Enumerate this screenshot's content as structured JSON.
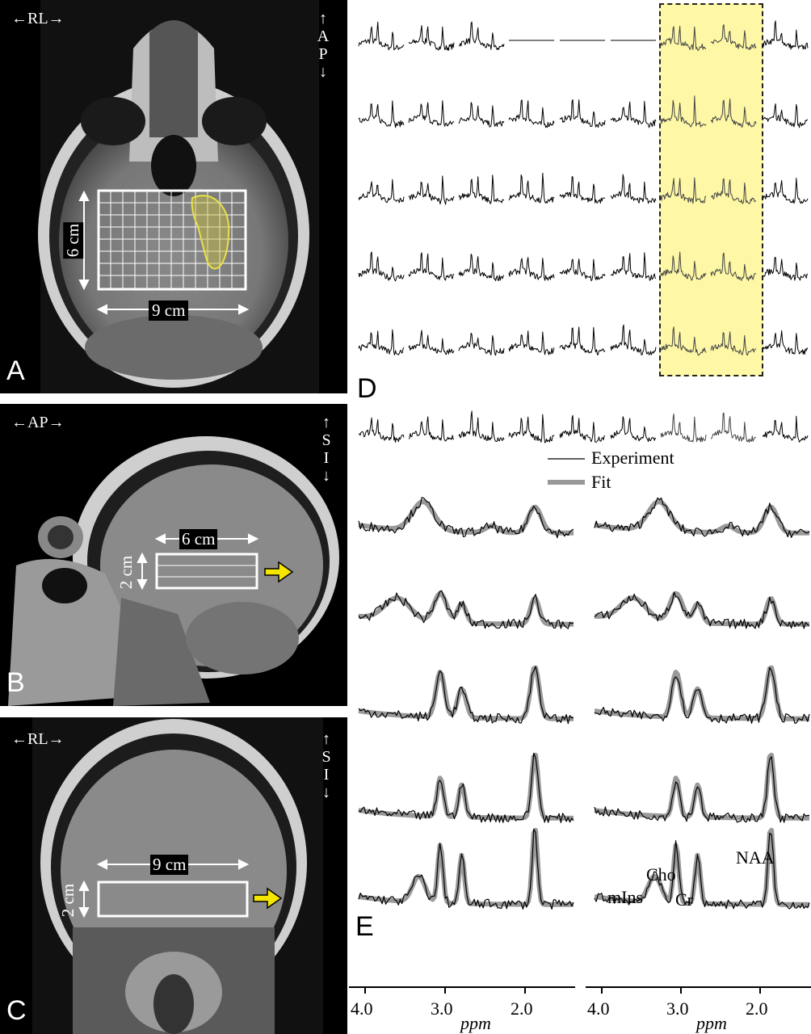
{
  "panel_a": {
    "letter": "A",
    "orient_h": "←RL→",
    "orient_v": [
      "↑",
      "A",
      "P",
      "↓"
    ],
    "height_label": "6 cm",
    "width_label": "9 cm"
  },
  "panel_b": {
    "letter": "B",
    "orient_h": "←AP→",
    "orient_v": [
      "↑",
      "S",
      "I",
      "↓"
    ],
    "width_label": "6 cm",
    "height_label": "2 cm"
  },
  "panel_c": {
    "letter": "C",
    "orient_h": "←RL→",
    "orient_v": [
      "↑",
      "S",
      "I",
      "↓"
    ],
    "width_label": "9 cm",
    "height_label": "2 cm"
  },
  "panel_d": {
    "letter": "D"
  },
  "panel_e": {
    "letter": "E",
    "legend": {
      "experiment": "Experiment",
      "fit": "Fit"
    },
    "peaks": {
      "mins": "mIns",
      "cho": "Cho",
      "cr": "Cr",
      "naa": "NAA"
    },
    "axis_ticks": [
      "4.0",
      "3.0",
      "2.0"
    ],
    "axis_label": "ppm"
  },
  "colors": {
    "highlight": "#fdf7a6",
    "arrow": "#f5e600",
    "fit": "#999999",
    "roi": "#e8e04a"
  }
}
